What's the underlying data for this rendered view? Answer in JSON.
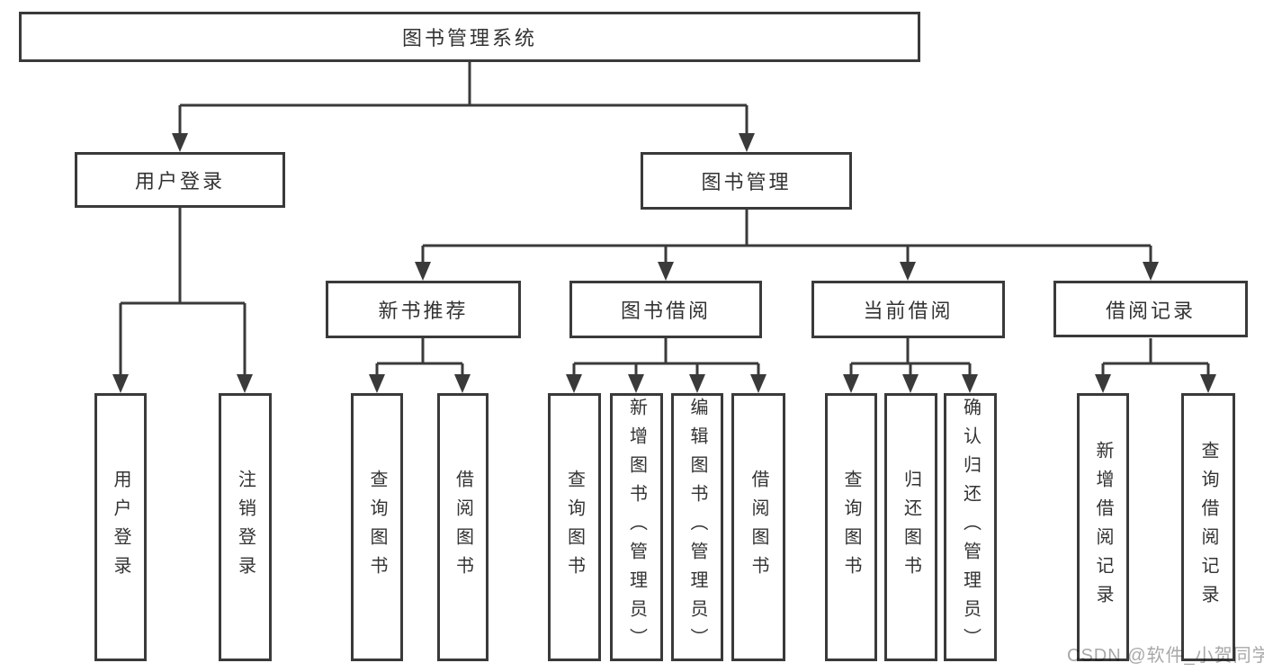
{
  "colors": {
    "line": "#3a3a3a",
    "text": "#333333",
    "watermark": "#a8a8a8",
    "background": "#ffffff"
  },
  "watermark": "CSDN @软件_小贺同学",
  "tree": {
    "label": "图书管理系统",
    "children": [
      {
        "label": "用户登录",
        "children": [
          {
            "label": "用户登录"
          },
          {
            "label": "注销登录"
          }
        ]
      },
      {
        "label": "图书管理",
        "children": [
          {
            "label": "新书推荐",
            "children": [
              {
                "label": "查询图书"
              },
              {
                "label": "借阅图书"
              }
            ]
          },
          {
            "label": "图书借阅",
            "children": [
              {
                "label": "查询图书"
              },
              {
                "label": "新增图书（管理员）"
              },
              {
                "label": "编辑图书（管理员）"
              },
              {
                "label": "借阅图书"
              }
            ]
          },
          {
            "label": "当前借阅",
            "children": [
              {
                "label": "查询图书"
              },
              {
                "label": "归还图书"
              },
              {
                "label": "确认归还（管理员）"
              }
            ]
          },
          {
            "label": "借阅记录",
            "children": [
              {
                "label": "新增借阅记录"
              },
              {
                "label": "查询借阅记录"
              }
            ]
          }
        ]
      }
    ]
  }
}
